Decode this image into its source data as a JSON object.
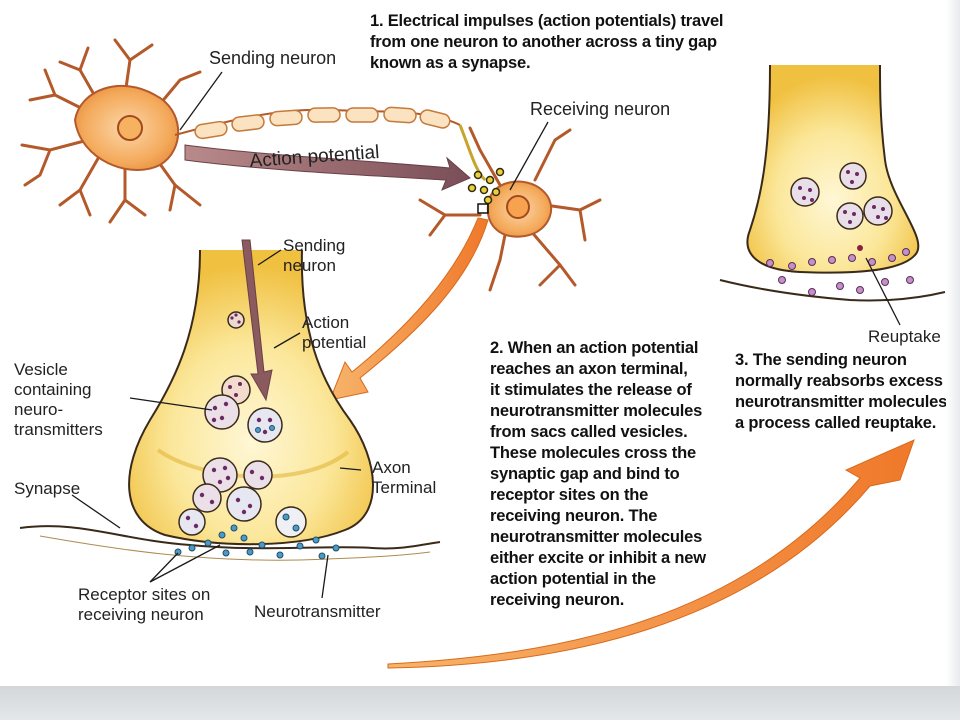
{
  "steps": {
    "step1": [
      "1. Electrical impulses (action potentials) travel",
      "from one neuron to another across a tiny gap",
      "known as a synapse."
    ],
    "step2": [
      "2. When an action potential",
      "reaches an axon terminal,",
      "it stimulates the release of",
      "neurotransmitter molecules",
      "from sacs called vesicles.",
      "These molecules cross the",
      "synaptic gap and bind to",
      "receptor sites on the",
      "receiving neuron.  The",
      "neurotransmitter molecules",
      "either excite or inhibit a new",
      "action potential in the",
      "receiving neuron."
    ],
    "step3": [
      "3. The sending neuron",
      "normally reabsorbs excess",
      "neurotransmitter molecules,",
      "a process called reuptake."
    ]
  },
  "labels": {
    "sending_neuron_top": "Sending neuron",
    "action_potential_top": "Action potential",
    "receiving_neuron": "Receiving neuron",
    "sending_neuron_mid": [
      "Sending",
      "neuron"
    ],
    "action_potential_mid": [
      "Action",
      "potential"
    ],
    "vesicle": [
      "Vesicle",
      "containing",
      "neuro-",
      "transmitters"
    ],
    "axon_terminal": [
      "Axon",
      "Terminal"
    ],
    "synapse": "Synapse",
    "receptor_sites": [
      "Receptor sites on",
      "receiving neuron"
    ],
    "neurotransmitter": "Neurotransmitter",
    "reuptake": "Reuptake"
  },
  "colors": {
    "neuron_body": "#f4a95a",
    "neuron_outline": "#b4592a",
    "terminal_fill": "#fbe79a",
    "terminal_glow": "#f2c23e",
    "vesicle_fill": "#e9dfe9",
    "vesicle_dot": "#6b2a63",
    "neurotransmitter_dot": "#4d9bc4",
    "arrow_orange": "#f08a2e",
    "arrow_mauve": "#8a5a5f"
  }
}
